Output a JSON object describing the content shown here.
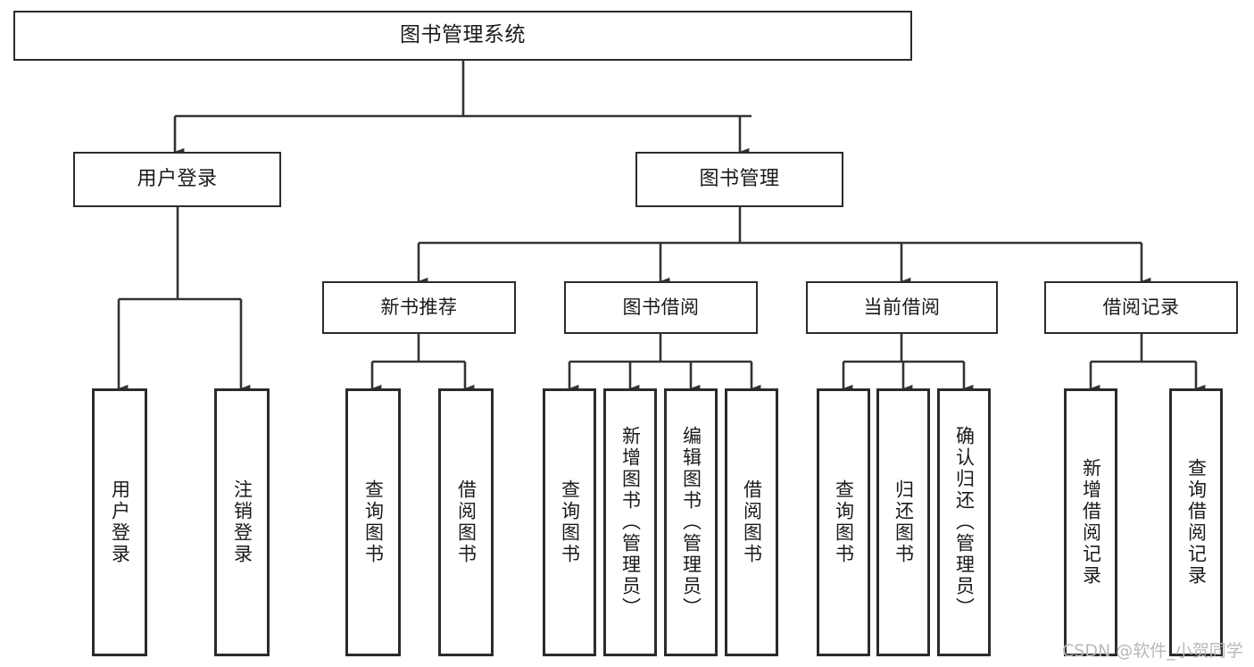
{
  "diagram": {
    "title": "图书管理系统",
    "type": "tree-hierarchy-chart",
    "root": {
      "id": "root",
      "label": "图书管理系统"
    },
    "level2": [
      {
        "id": "user-login",
        "label": "用户登录"
      },
      {
        "id": "book-manage",
        "label": "图书管理"
      }
    ],
    "level3": [
      {
        "id": "new-book-recommend",
        "label": "新书推荐"
      },
      {
        "id": "book-borrow",
        "label": "图书借阅"
      },
      {
        "id": "current-borrow",
        "label": "当前借阅"
      },
      {
        "id": "borrow-record",
        "label": "借阅记录"
      }
    ],
    "leaves": {
      "user_login": [
        {
          "id": "leaf-user-login",
          "label": "用户登录"
        },
        {
          "id": "leaf-logout-login",
          "label": "注销登录"
        }
      ],
      "new_book_recommend": [
        {
          "id": "leaf-query-book-1",
          "label": "查询图书"
        },
        {
          "id": "leaf-borrow-book-1",
          "label": "借阅图书"
        }
      ],
      "book_borrow": [
        {
          "id": "leaf-query-book-2",
          "label": "查询图书"
        },
        {
          "id": "leaf-add-book",
          "label": "新增图书（管理员）"
        },
        {
          "id": "leaf-edit-book",
          "label": "编辑图书（管理员）"
        },
        {
          "id": "leaf-borrow-book-2",
          "label": "借阅图书"
        }
      ],
      "current_borrow": [
        {
          "id": "leaf-query-book-3",
          "label": "查询图书"
        },
        {
          "id": "leaf-return-book",
          "label": "归还图书"
        },
        {
          "id": "leaf-confirm-return",
          "label": "确认归还（管理员）"
        }
      ],
      "borrow_record": [
        {
          "id": "leaf-add-record",
          "label": "新增借阅记录"
        },
        {
          "id": "leaf-query-record",
          "label": "查询借阅记录"
        }
      ]
    }
  },
  "watermark": {
    "text": "CSDN @软件_小贺同学"
  },
  "colors": {
    "box_border": "#2b2b2b",
    "box_fill": "#ffffff",
    "connector": "#333333",
    "text": "#1a1a1a",
    "watermark": "#b9b9b9",
    "background": "#ffffff"
  }
}
